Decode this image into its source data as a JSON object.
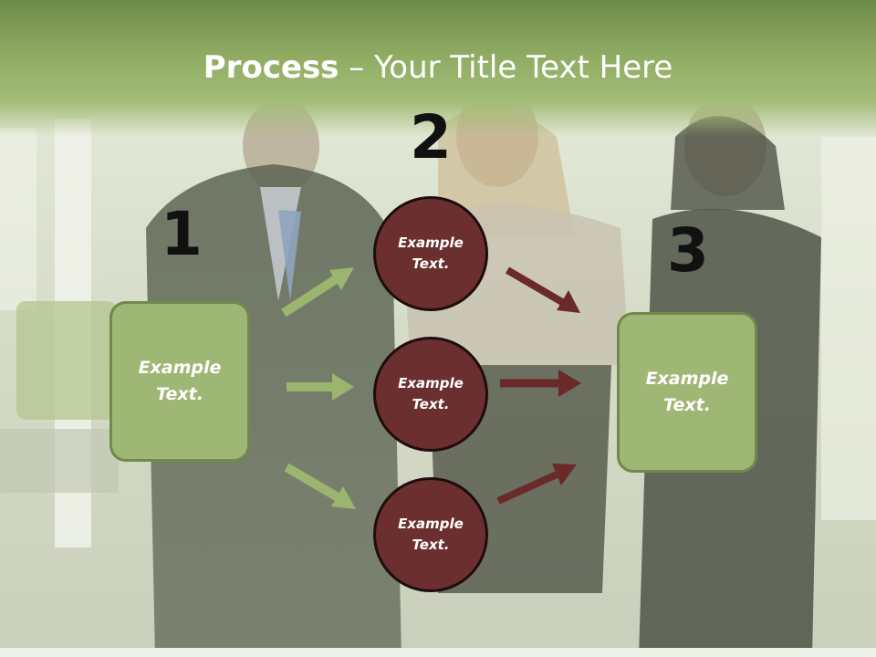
{
  "title": {
    "bold": "Process",
    "rest": " – Your Title Text Here"
  },
  "steps": {
    "one": "1",
    "two": "2",
    "three": "3"
  },
  "nodes": {
    "left_box": "Example\nText.",
    "circle_top": "Example\nText.",
    "circle_middle": "Example\nText.",
    "circle_bottom": "Example\nText.",
    "right_box": "Example\nText."
  },
  "colors": {
    "header_green": "#8fab62",
    "box_green": "#9fb775",
    "box_border": "#6f8a4c",
    "circle_maroon": "#6b2f2f",
    "green_arrow": "#9bb56f",
    "maroon_arrow": "#6a2a2a"
  }
}
